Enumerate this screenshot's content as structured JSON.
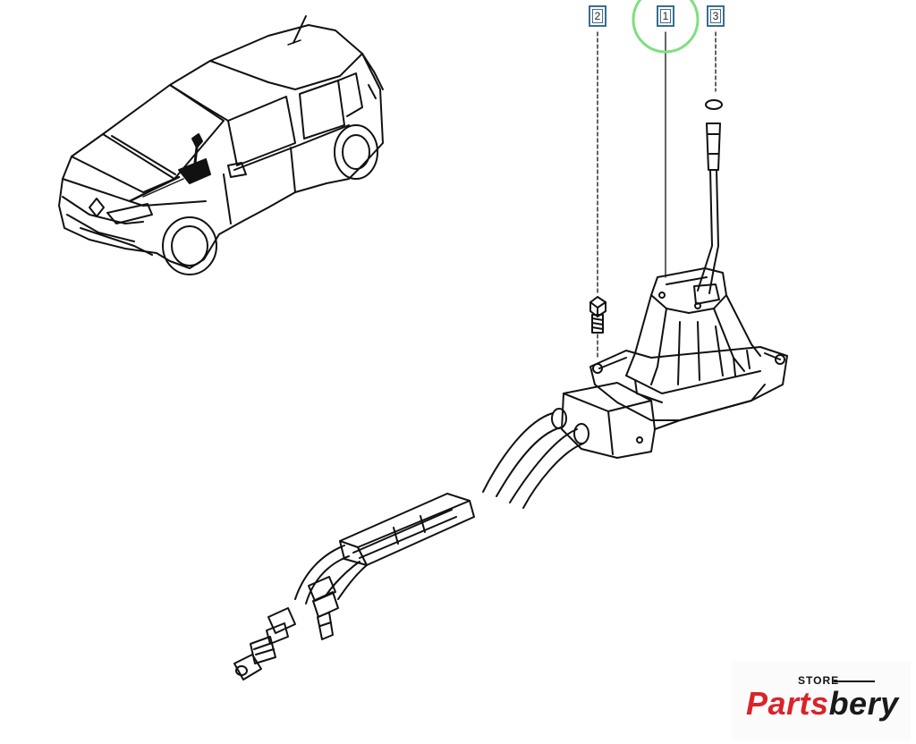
{
  "callouts": [
    {
      "label": "2"
    },
    {
      "label": "1"
    },
    {
      "label": "3"
    }
  ],
  "logo": {
    "tagline": "STORE",
    "word_part1": "Parts",
    "word_part2": "bery",
    "colors": {
      "accent": "#d9242a",
      "dark": "#1a1a1a"
    }
  },
  "highlight_color": "#7ee07e"
}
